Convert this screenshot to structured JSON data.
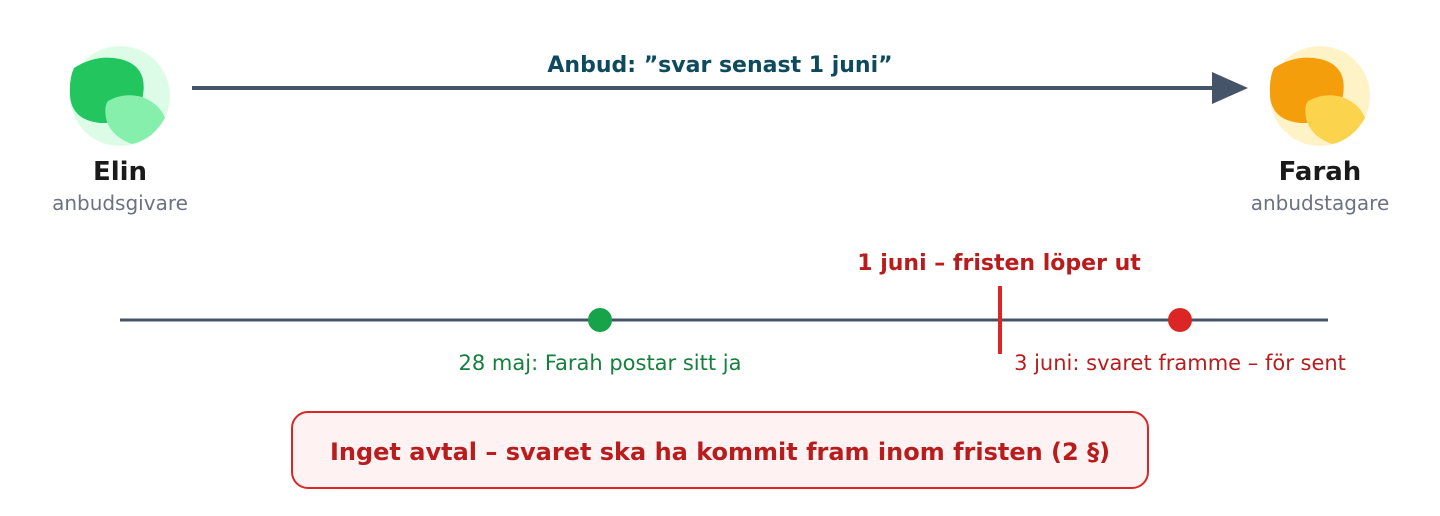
{
  "offer": {
    "label": "Anbud: ”svar senast 1 juni”"
  },
  "parties": {
    "offeror": {
      "name": "Elin",
      "role": "anbudsgivare",
      "avatar_icon": "leaf-avatar-icon"
    },
    "offeree": {
      "name": "Farah",
      "role": "anbudstagare",
      "avatar_icon": "leaf-avatar-icon"
    }
  },
  "timeline": {
    "deadline_label": "1 juni – fristen löper ut",
    "events": [
      {
        "label": "28 maj: Farah postar sitt ja"
      },
      {
        "label": "3 juni: svaret framme – för sent"
      }
    ]
  },
  "conclusion": {
    "text": "Inget avtal – svaret ska ha kommit fram inom fristen (2 §)"
  },
  "colors": {
    "arrow": "#455468",
    "offer_text": "#0d4a5e",
    "name_text": "#1a1a1a",
    "role_text": "#6b7280",
    "green": "#16a34a",
    "green_text": "#15803d",
    "red": "#dc2626",
    "red_text": "#b91c1c",
    "box_fill": "#fef2f2",
    "elin_bg": "#dcfce7",
    "elin_leaf_dark": "#22c55e",
    "elin_leaf_light": "#86efac",
    "farah_bg": "#fef3c7",
    "farah_leaf_dark": "#f59e0b",
    "farah_leaf_light": "#fcd34d"
  }
}
